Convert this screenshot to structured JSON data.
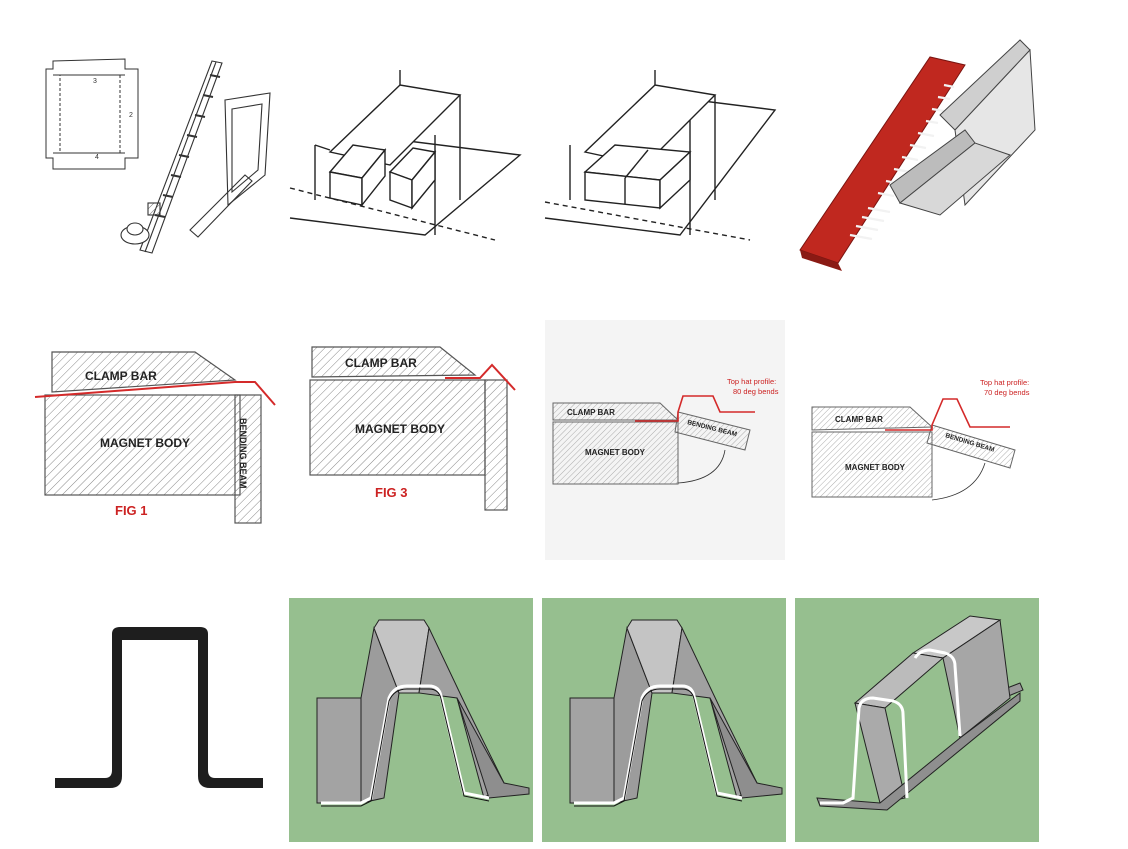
{
  "colors": {
    "clamp_bar_red": "#c0281f",
    "sheet_grey": "#a8a8a8",
    "panel_green": "#96bf8f",
    "profile_red": "#d42a2a",
    "profile_black": "#1e1e1e"
  },
  "row1": {
    "box_template": {
      "marks": [
        "3",
        "2",
        "4"
      ]
    }
  },
  "row2": {
    "fig1": {
      "clamp_bar": "CLAMP BAR",
      "magnet_body": "MAGNET BODY",
      "bending_beam": "BENDING BEAM",
      "caption": "FIG 1"
    },
    "fig3": {
      "clamp_bar": "CLAMP BAR",
      "magnet_body": "MAGNET BODY",
      "caption": "FIG 3"
    },
    "fig80": {
      "clamp_bar": "CLAMP BAR",
      "magnet_body": "MAGNET BODY",
      "bending_beam": "BENDING BEAM",
      "note_line1": "Top hat profile:",
      "note_line2": "80 deg bends"
    },
    "fig70": {
      "clamp_bar": "CLAMP BAR",
      "magnet_body": "MAGNET BODY",
      "bending_beam": "BENDING BEAM",
      "note_line1": "Top hat profile:",
      "note_line2": "70 deg bends"
    }
  }
}
